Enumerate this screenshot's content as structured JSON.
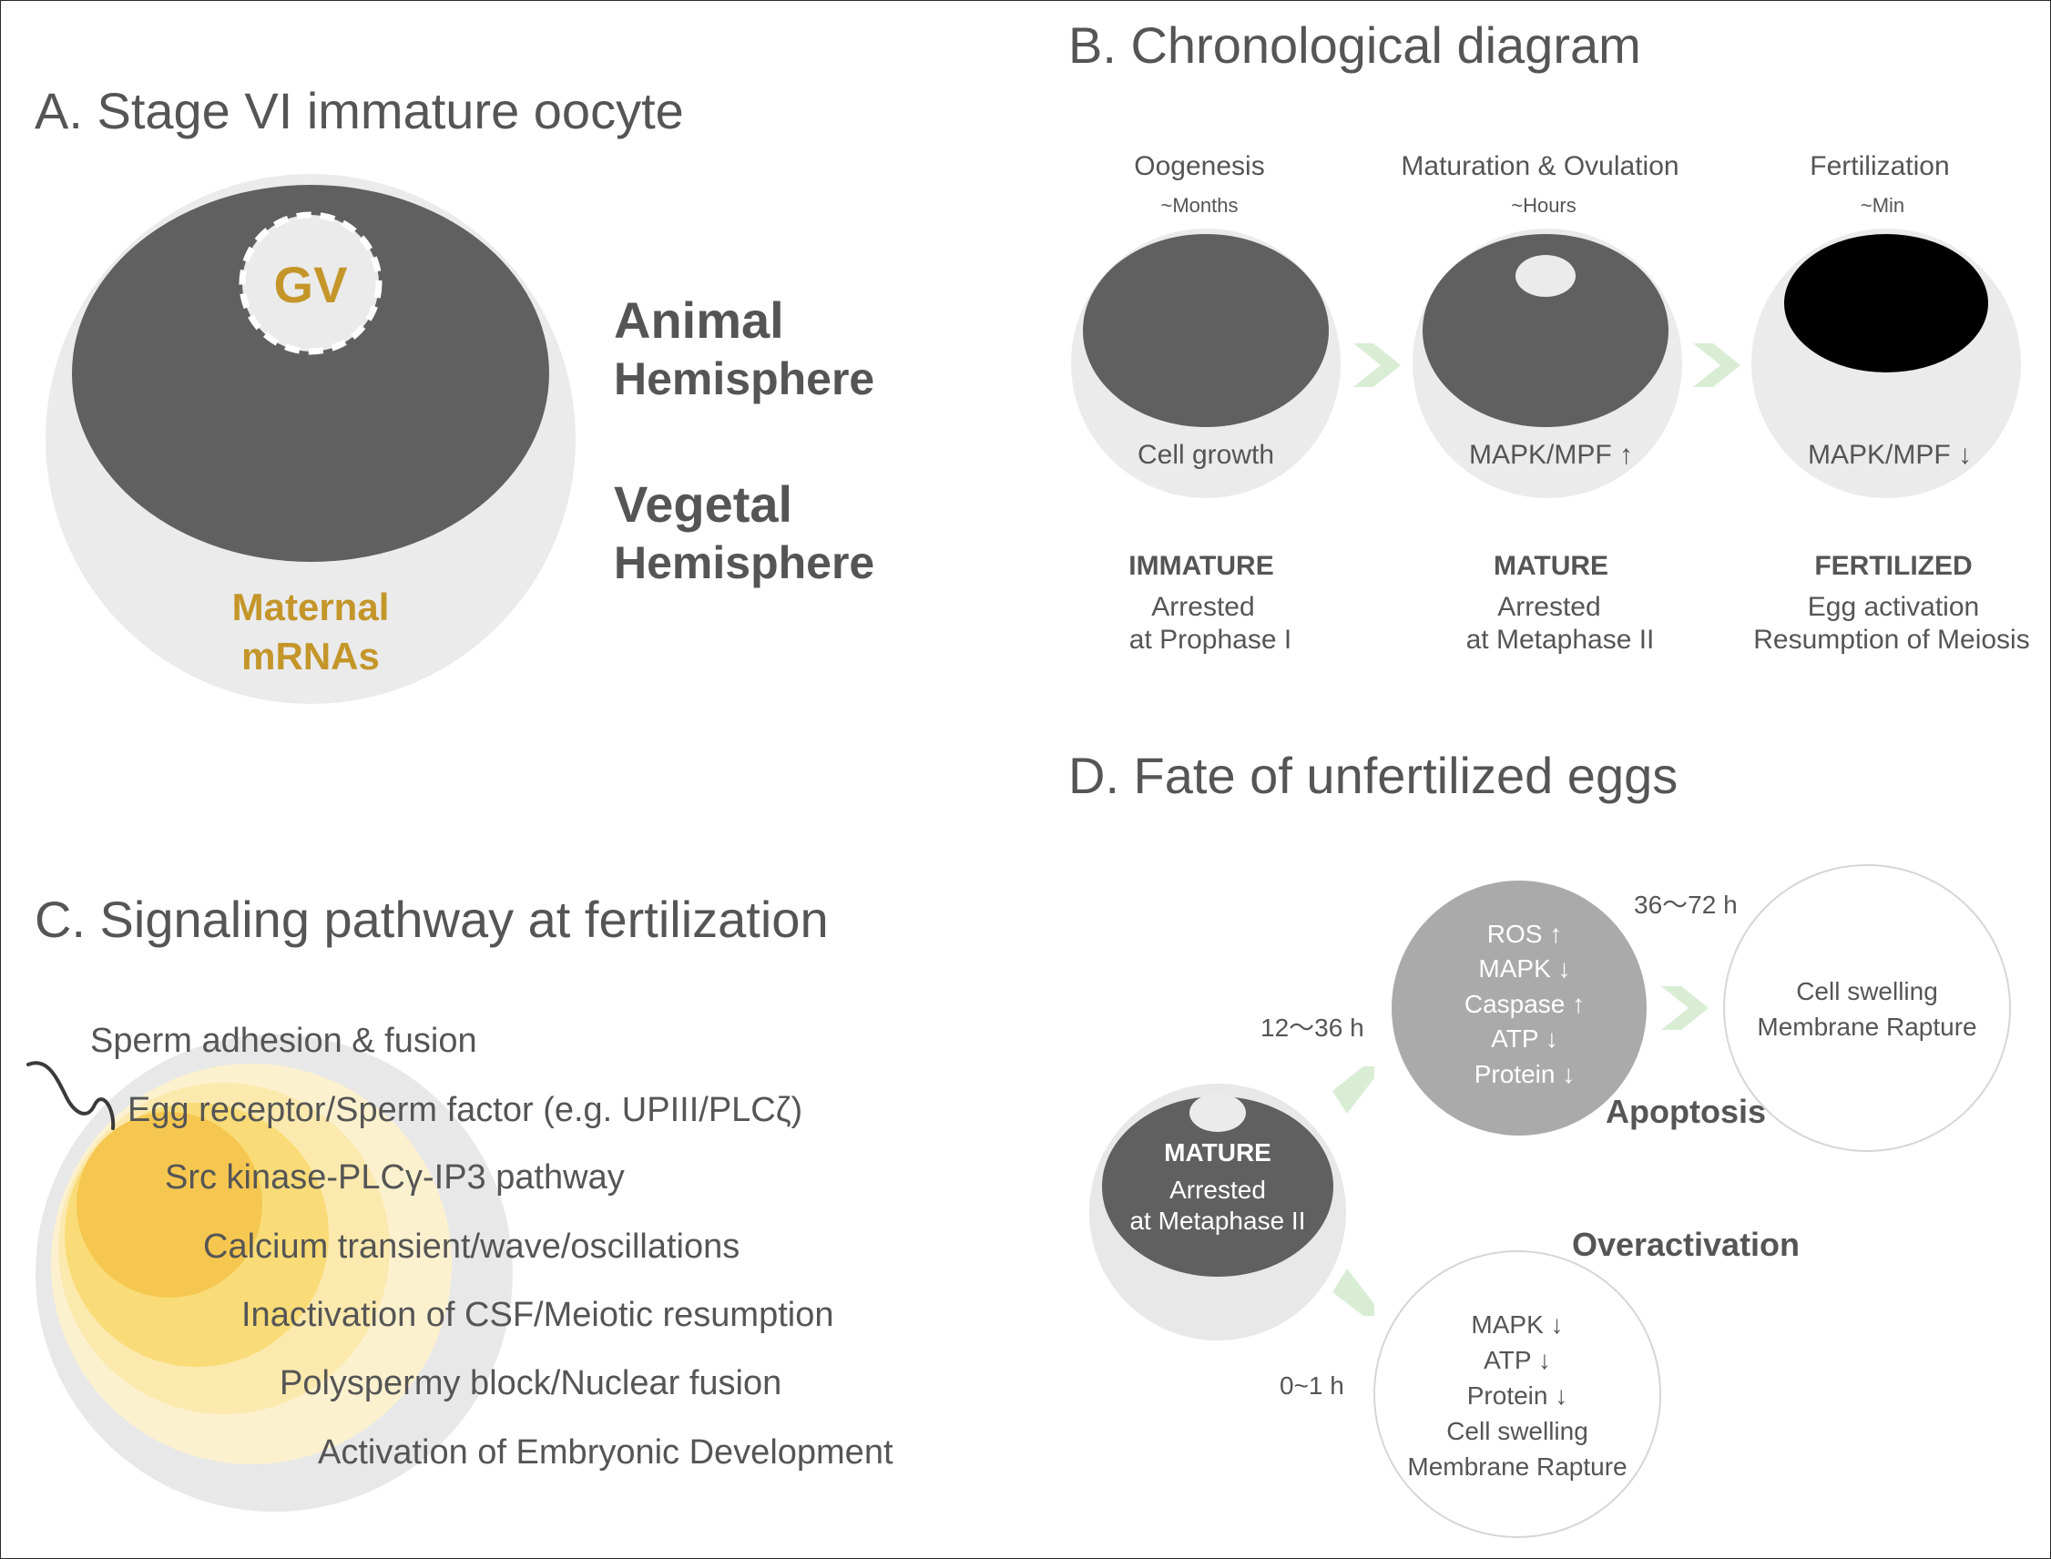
{
  "panel_a": {
    "title": "A. Stage VI immature oocyte",
    "gv_label": "GV",
    "animal_line1": "Animal",
    "animal_line2": "Hemisphere",
    "vegetal_line1": "Vegetal",
    "vegetal_line2": "Hemisphere",
    "maternal_line1": "Maternal",
    "maternal_line2": "mRNAs"
  },
  "panel_b": {
    "title": "B. Chronological diagram",
    "stages": [
      {
        "phase": "Oogenesis",
        "duration": "~Months",
        "inside": "Cell growth",
        "state": "IMMATURE",
        "desc1": "Arrested",
        "desc2": "at Prophase I"
      },
      {
        "phase": "Maturation & Ovulation",
        "duration": "~Hours",
        "inside": "MAPK/MPF ↑",
        "state": "MATURE",
        "desc1": "Arrested",
        "desc2": "at Metaphase II"
      },
      {
        "phase": "Fertilization",
        "duration": "~Min",
        "inside": "MAPK/MPF ↓",
        "state": "FERTILIZED",
        "desc1": "Egg activation",
        "desc2": "Resumption of Meiosis"
      }
    ]
  },
  "panel_c": {
    "title": "C. Signaling pathway at fertilization",
    "steps": [
      "Sperm adhesion & fusion",
      "Egg receptor/Sperm factor (e.g. UPIII/PLCζ)",
      "Src kinase-PLCγ-IP3 pathway",
      "Calcium transient/wave/oscillations",
      "Inactivation of CSF/Meiotic resumption",
      "Polyspermy block/Nuclear fusion",
      "Activation of Embryonic Development"
    ]
  },
  "panel_d": {
    "title": "D. Fate of unfertilized eggs",
    "mature_title": "MATURE",
    "mature_line1": "Arrested",
    "mature_line2": "at Metaphase II",
    "time_apoptosis": "12～36 h",
    "time_overactivation": "0~1 h",
    "time_late": "36～72 h",
    "apoptosis_markers": [
      "ROS ↑",
      "MAPK ↓",
      "Caspase ↑",
      "ATP ↓",
      "Protein ↓"
    ],
    "apoptosis_label": "Apoptosis",
    "late_line1": "Cell swelling",
    "late_line2": "Membrane Rapture",
    "overactivation_label": "Overactivation",
    "overactivation_markers": [
      "MAPK ↓",
      "ATP ↓",
      "Protein ↓",
      "Cell swelling",
      "Membrane Rapture"
    ]
  },
  "colors": {
    "text_gray": "#555555",
    "dark_cytoplasm": "#606060",
    "light_egg": "#ebebeb",
    "gold_text": "#C4962A",
    "arrow_green": "#D9EDD5",
    "apoptosis_gray": "#aaaaaa",
    "fertilized_black": "#000000"
  }
}
